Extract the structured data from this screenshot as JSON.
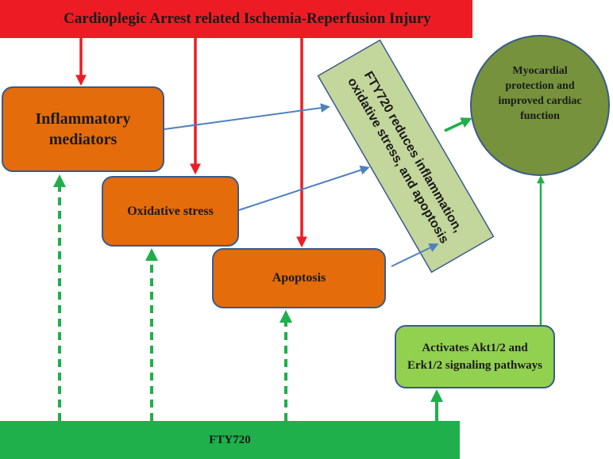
{
  "top_banner": {
    "text": "Cardioplegic Arrest related Ischemia-Reperfusion Injury"
  },
  "boxes": {
    "inflammatory": "Inflammatory mediators",
    "oxidative": "Oxidative stress",
    "apoptosis": "Apoptosis"
  },
  "rotated_box": {
    "line1": "FTY720 reduces inflammation,",
    "line2": "oxidative stress, and apoptosis"
  },
  "outcome_circle": {
    "text": "Myocardial protection and improved cardiac function"
  },
  "pathway_box": {
    "text": "Activates Akt1/2 and Erk1/2 signaling pathways"
  },
  "bottom_banner": {
    "text": "FTY720"
  },
  "colors": {
    "red": "#ed1c24",
    "green": "#1faf4b",
    "orange": "#e46c0a",
    "light_green": "#c3d69b",
    "olive": "#76923c",
    "lime": "#92d050",
    "blue": "#4f81bd"
  }
}
